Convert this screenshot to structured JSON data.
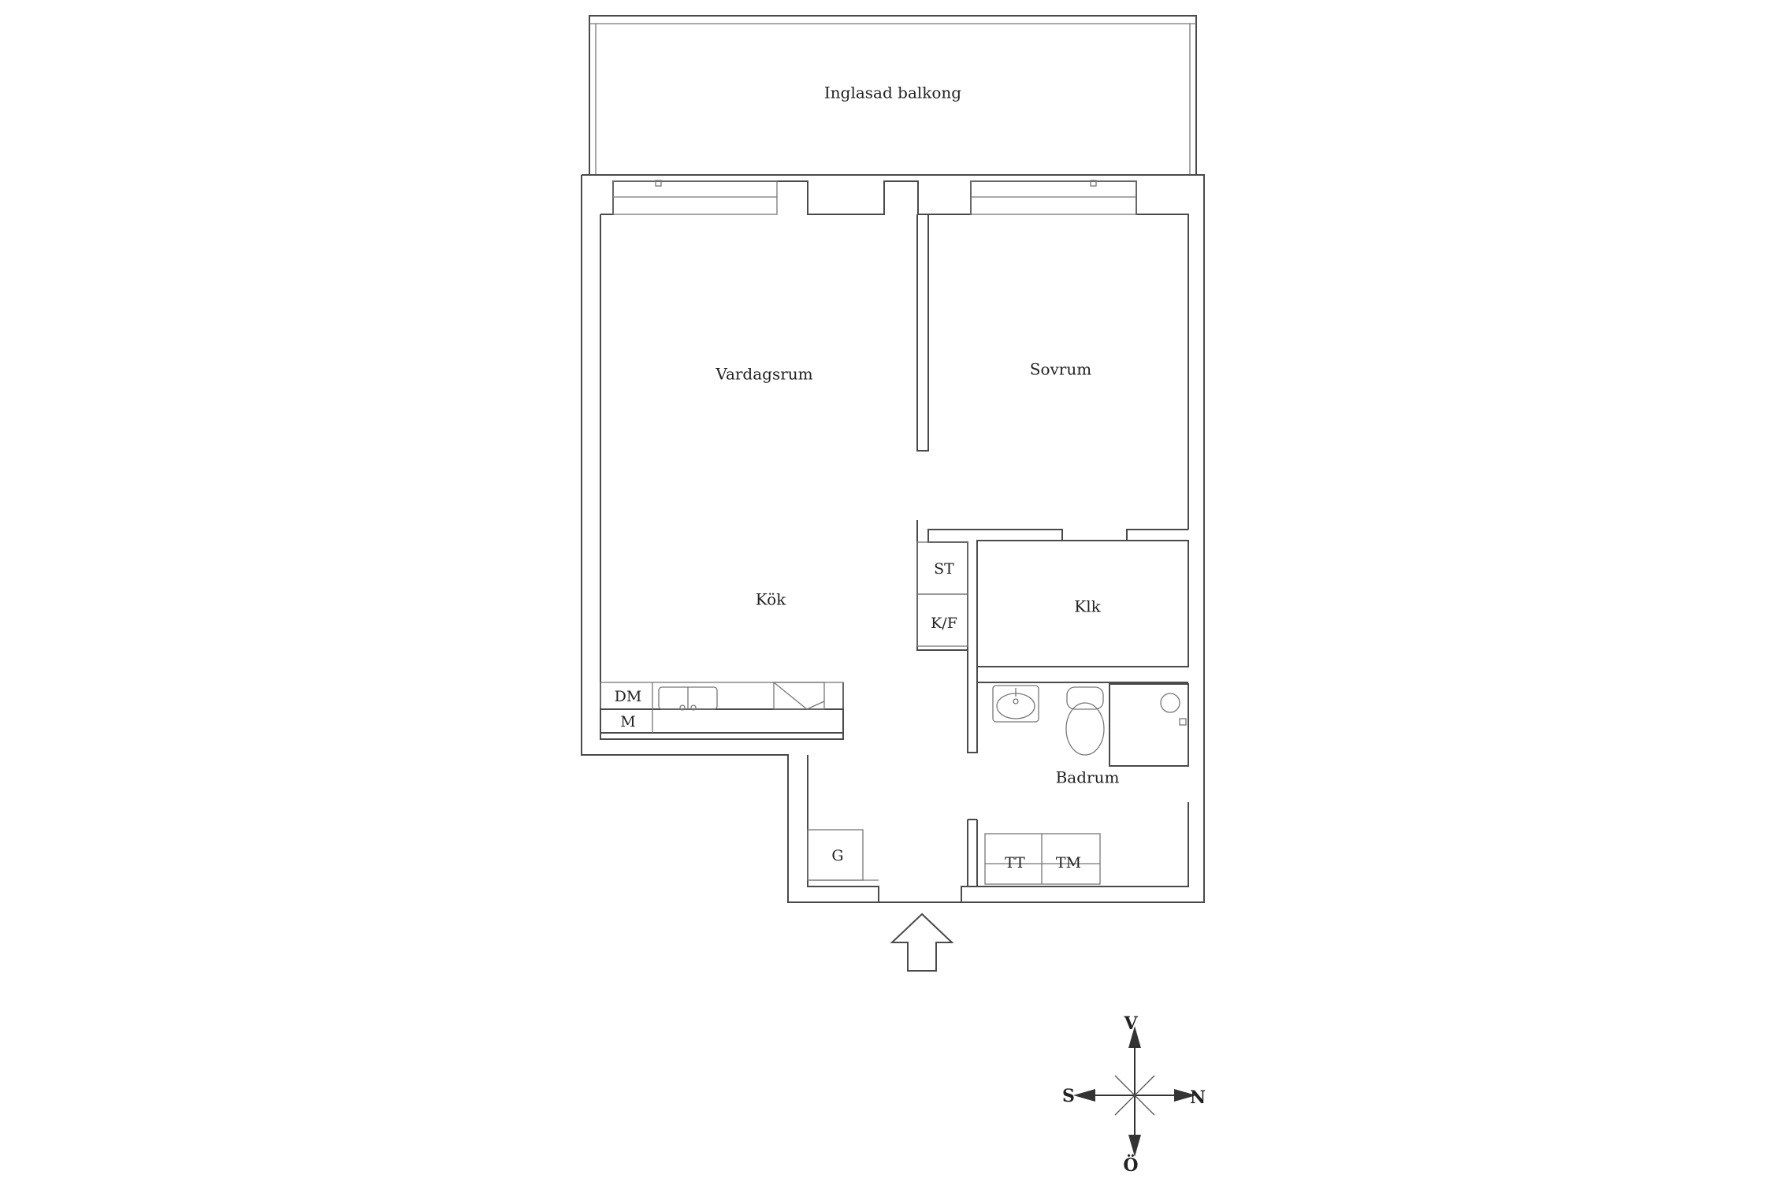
{
  "rooms": {
    "balcony": "Inglasad balkong",
    "living": "Vardagsrum",
    "bedroom": "Sovrum",
    "kitchen": "Kök",
    "closet": "Klk",
    "bathroom": "Badrum"
  },
  "fixtures": {
    "st": "ST",
    "kf": "K/F",
    "dm": "DM",
    "m": "M",
    "g": "G",
    "tt": "TT",
    "tm": "TM"
  },
  "compass": {
    "top": "V",
    "left": "S",
    "right": "N",
    "bottom": "Ö"
  },
  "icons": {
    "entrance": "entrance-arrow-icon",
    "compass": "compass-rose-icon"
  }
}
